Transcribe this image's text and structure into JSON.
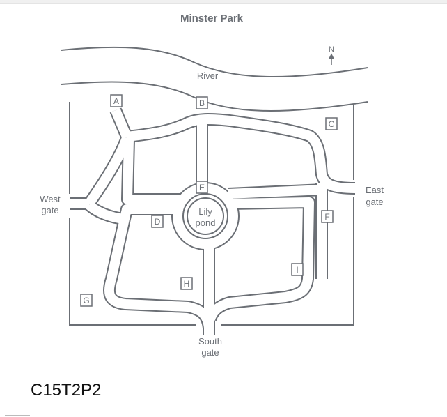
{
  "title": "Minster Park",
  "compass": "N",
  "labels": {
    "river": "River",
    "west_gate": [
      "West",
      "gate"
    ],
    "east_gate": [
      "East",
      "gate"
    ],
    "south_gate": [
      "South",
      "gate"
    ],
    "pond": [
      "Lily",
      "pond"
    ]
  },
  "markers": [
    "A",
    "B",
    "C",
    "D",
    "E",
    "F",
    "G",
    "H",
    "I"
  ],
  "caption": "C15T2P2",
  "colors": {
    "ink": "#6b6f75"
  }
}
